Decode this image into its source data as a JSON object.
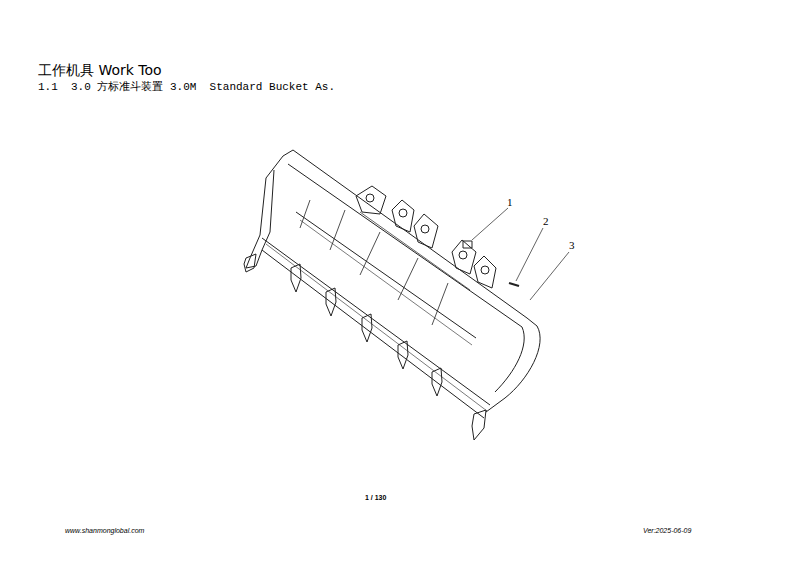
{
  "diagram": {
    "title": "工作机具 Work Too",
    "labels": [
      "1.1  3.0 方标准斗装置 3.0M  Standard Bucket As.",
      "1",
      "2",
      "3",
      "1 / 130",
      "www.shanmonglobal.com",
      "Ver:2025-06-09"
    ]
  }
}
